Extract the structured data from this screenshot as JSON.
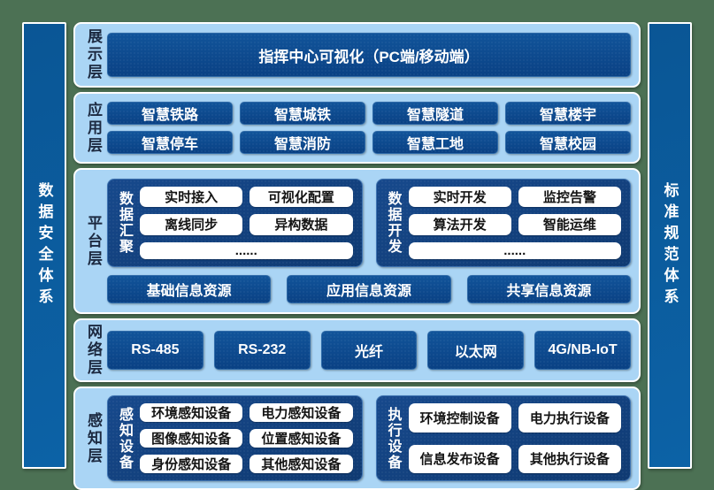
{
  "pillars": {
    "left": "数据安全体系",
    "right": "标准规范体系"
  },
  "presentation": {
    "label": "展示层",
    "box": "指挥中心可视化（PC端/移动端）"
  },
  "application": {
    "label": "应用层",
    "items": [
      "智慧铁路",
      "智慧城铁",
      "智慧隧道",
      "智慧楼宇",
      "智慧停车",
      "智慧消防",
      "智慧工地",
      "智慧校园"
    ]
  },
  "platform": {
    "label": "平台层",
    "groups": [
      {
        "title": "数据汇聚",
        "items": [
          "实时接入",
          "可视化配置",
          "离线同步",
          "异构数据"
        ],
        "more": "......"
      },
      {
        "title": "数据开发",
        "items": [
          "实时开发",
          "监控告警",
          "算法开发",
          "智能运维"
        ],
        "more": "......"
      }
    ],
    "resources": [
      "基础信息资源",
      "应用信息资源",
      "共享信息资源"
    ]
  },
  "network": {
    "label": "网络层",
    "items": [
      "RS-485",
      "RS-232",
      "光纤",
      "以太网",
      "4G/NB-IoT"
    ]
  },
  "perception": {
    "label": "感知层",
    "groups": [
      {
        "title": "感知设备",
        "items": [
          "环境感知设备",
          "电力感知设备",
          "图像感知设备",
          "位置感知设备",
          "身份感知设备",
          "其他感知设备"
        ]
      },
      {
        "title": "执行设备",
        "items": [
          "环境控制设备",
          "电力执行设备",
          "信息发布设备",
          "其他执行设备"
        ]
      }
    ]
  },
  "colors": {
    "background_green": "#4c7154",
    "panel_light_blue": "#aad5f5",
    "box_dark_blue": "#0d4b8e",
    "group_navy": "#133f7c",
    "pillar_blue": "#0a5a9c",
    "white_button_text": "#141414"
  }
}
